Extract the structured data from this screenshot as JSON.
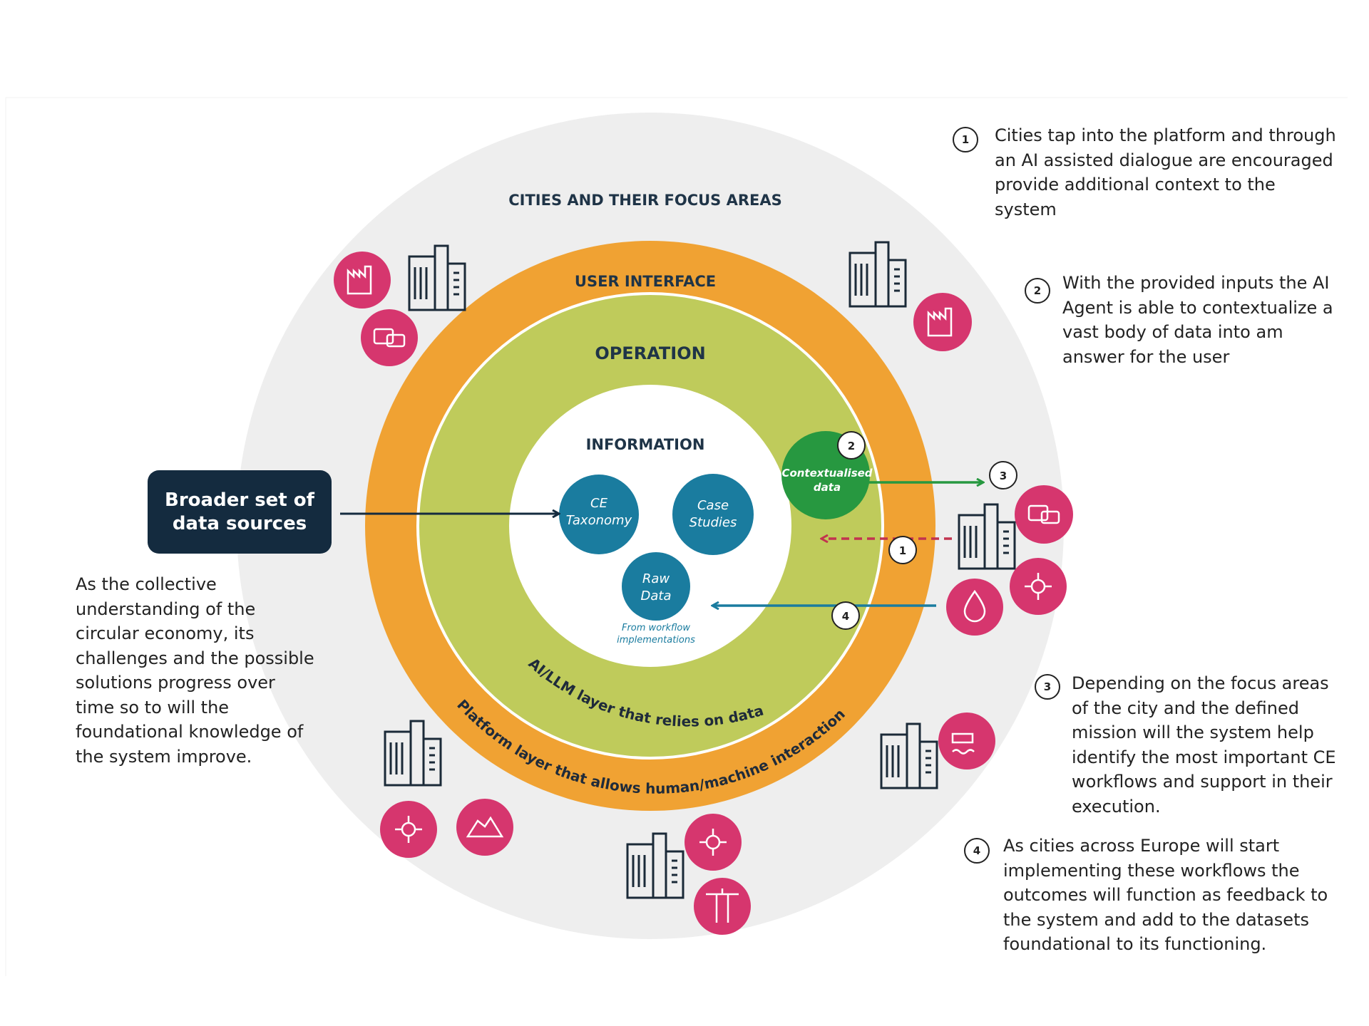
{
  "title": "CITIES AND THEIR FOCUS AREAS",
  "layers": {
    "user_interface": "USER INTERFACE",
    "operation": "OPERATION",
    "information": "INFORMATION",
    "ai_layer": "AI/LLM layer that relies on data",
    "platform_layer": "Platform layer that allows human/machine interaction"
  },
  "nodes": {
    "ce_taxonomy": [
      "CE",
      "Taxonomy"
    ],
    "case_studies": [
      "Case",
      "Studies"
    ],
    "raw_data": [
      "Raw",
      "Data"
    ],
    "raw_data_note": [
      "From workflow",
      "implementations"
    ],
    "contextualised": [
      "Contextualised",
      "data"
    ]
  },
  "data_sources": [
    "Broader set of",
    "data sources"
  ],
  "side_note": "As the collective understanding of the circular economy, its challenges and the possible solutions progress over time so to will the foundational knowledge of the system improve.",
  "steps": [
    {
      "num": "1",
      "text": "Cities tap into the platform and through an AI assisted dialogue are encouraged provide additional context to the system"
    },
    {
      "num": "2",
      "text": "With the provided inputs the AI Agent is able to contextualize a vast body of data into am answer for the user"
    },
    {
      "num": "3",
      "text": "Depending on the focus areas of the city and the defined mission will the system help identify the most important CE workflows and support in their execution."
    },
    {
      "num": "4",
      "text": "As cities across Europe will start implementing these workflows the outcomes will function as feedback to the system and add to the datasets foundational to its functioning."
    }
  ],
  "arrow_labels": [
    "1",
    "2",
    "3",
    "4"
  ],
  "icons": [
    "factory-icon",
    "building-icon",
    "vehicles-icon",
    "water-drop-icon",
    "network-euro-icon",
    "pipe-waste-icon",
    "landfill-icon",
    "crane-icon"
  ],
  "colors": {
    "outer_ring": "#eeeeee",
    "orange": "#f0a233",
    "green": "#bfcb5b",
    "teal": "#1a7c9f",
    "dark_green": "#279840",
    "magenta": "#d6366e",
    "navy": "#142b3f",
    "dashed_red": "#c2334f"
  }
}
